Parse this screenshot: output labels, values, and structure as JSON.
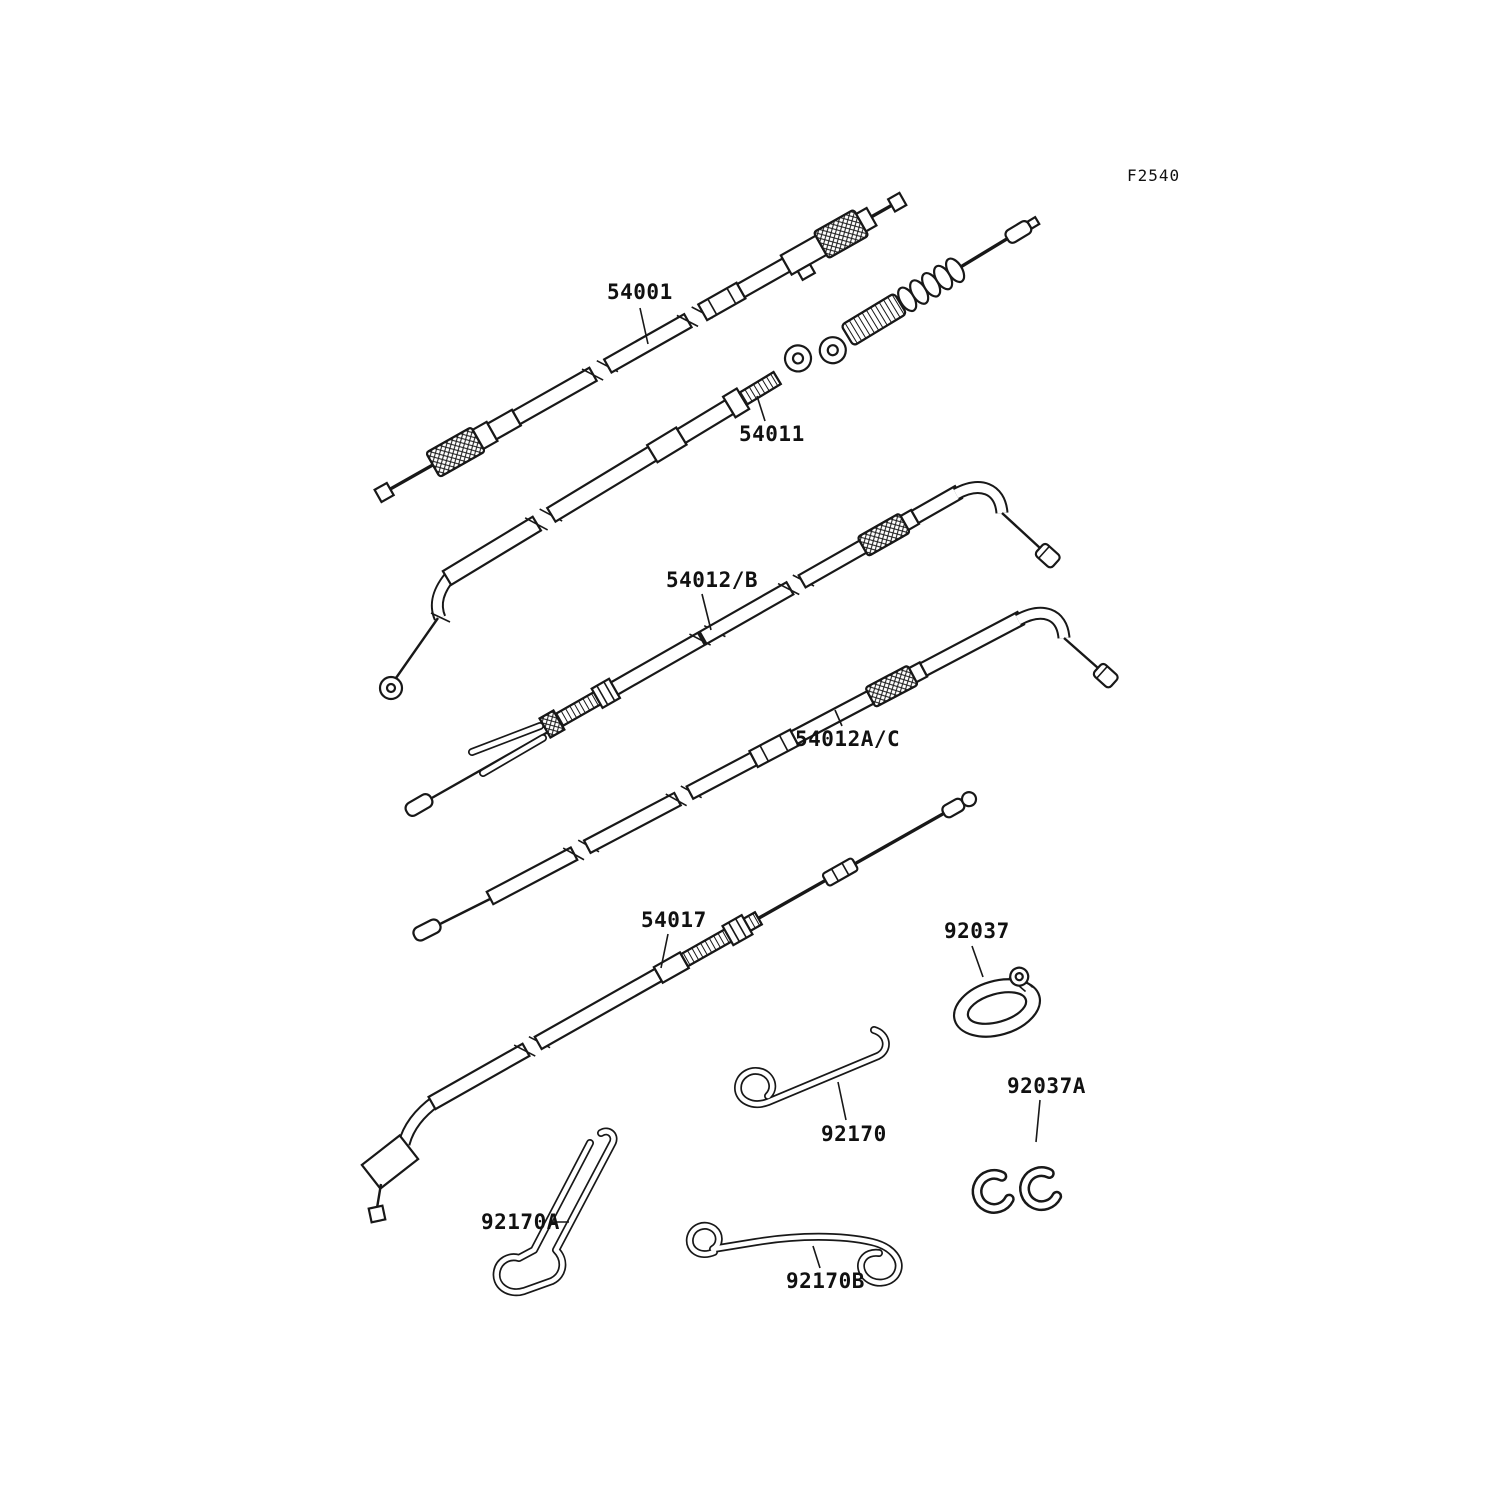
{
  "figure": {
    "code": "F2540"
  },
  "parts": [
    {
      "label": "54001",
      "drawing": "cable"
    },
    {
      "label": "54011",
      "drawing": "cable"
    },
    {
      "label": "54012/B",
      "drawing": "throttle-cable"
    },
    {
      "label": "54012A/C",
      "drawing": "throttle-cable"
    },
    {
      "label": "54017",
      "drawing": "cable"
    },
    {
      "label": "92037",
      "drawing": "clamp"
    },
    {
      "label": "92170",
      "drawing": "wire-clip"
    },
    {
      "label": "92037A",
      "drawing": "clamp"
    },
    {
      "label": "92170A",
      "drawing": "wire-bracket"
    },
    {
      "label": "92170B",
      "drawing": "wire-bracket"
    }
  ],
  "colors": {
    "line": "#181818",
    "background": "#ffffff",
    "text": "#111111"
  }
}
